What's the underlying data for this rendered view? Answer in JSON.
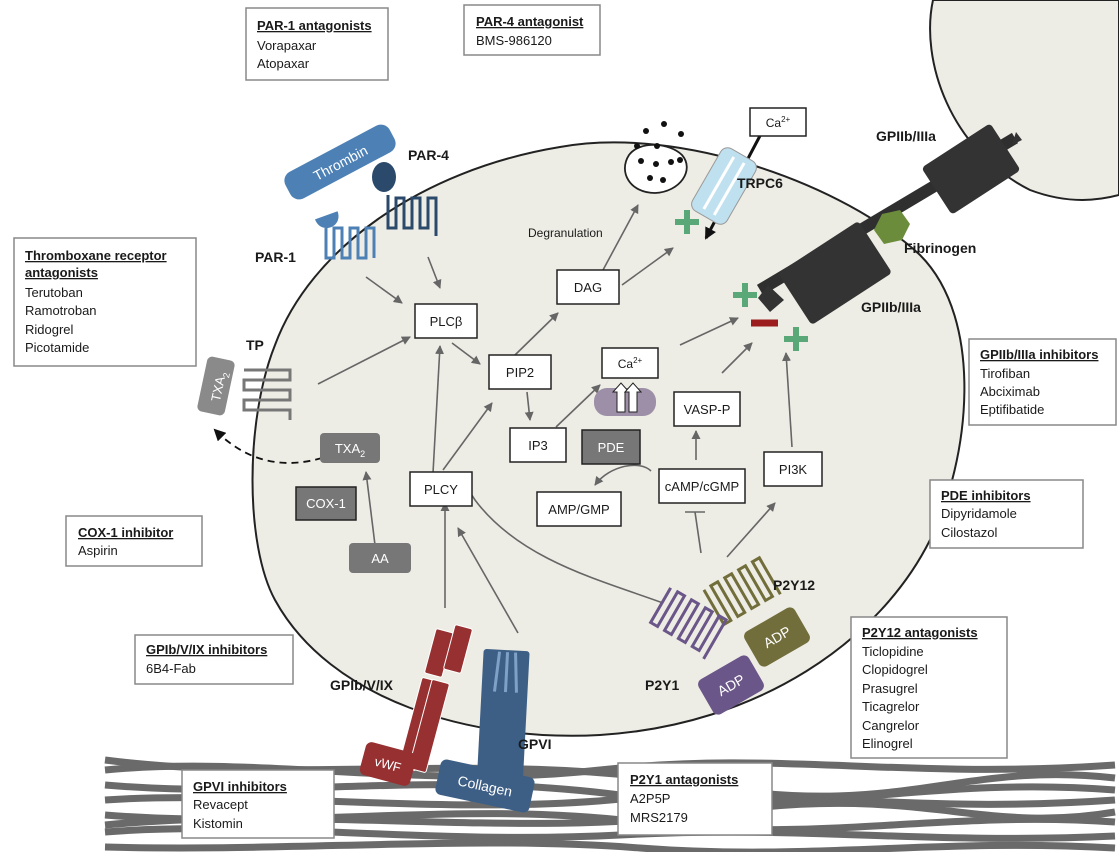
{
  "inhibitor_boxes": {
    "par1": {
      "title": "PAR-1 antagonists",
      "items": [
        "Vorapaxar",
        "Atopaxar"
      ]
    },
    "par4": {
      "title": "PAR-4 antagonist",
      "items": [
        "BMS-986120"
      ]
    },
    "thromboxane": {
      "title_line1": "Thromboxane receptor",
      "title_line2": "antagonists",
      "items": [
        "Terutoban",
        "Ramotroban",
        "Ridogrel",
        "Picotamide"
      ]
    },
    "gpiib": {
      "title": "GPIIb/IIIa inhibitors",
      "items": [
        "Tirofiban",
        "Abciximab",
        "Eptifibatide"
      ]
    },
    "pde": {
      "title": "PDE inhibitors",
      "items": [
        "Dipyridamole",
        "Cilostazol"
      ]
    },
    "cox1": {
      "title": "COX-1 inhibitor",
      "items": [
        "Aspirin"
      ]
    },
    "gpib": {
      "title": "GPIb/V/IX inhibitors",
      "items": [
        "6B4-Fab"
      ]
    },
    "p2y12": {
      "title": "P2Y12 antagonists",
      "items": [
        "Ticlopidine",
        "Clopidogrel",
        "Prasugrel",
        "Ticagrelor",
        "Cangrelor",
        "Elinogrel"
      ]
    },
    "gpvi": {
      "title": "GPVI inhibitors",
      "items": [
        "Revacept",
        "Kistomin"
      ]
    },
    "p2y1": {
      "title": "P2Y1 antagonists",
      "items": [
        "A2P5P",
        "MRS2179"
      ]
    }
  },
  "receptors": {
    "par1": "PAR-1",
    "par4": "PAR-4",
    "tp": "TP",
    "trpc6": "TRPC6",
    "gpiib_top": "GPIIb/IIIa",
    "gpiib_mid": "GPIIb/IIIa",
    "p2y12": "P2Y12",
    "p2y1": "P2Y1",
    "gpib": "GPIb/V/IX",
    "gpvi": "GPVI"
  },
  "ligands": {
    "thrombin": "Thrombin",
    "fibrinogen": "Fibrinogen",
    "txa2_receptor": "TXA",
    "txa2_receptor_sub": "2",
    "adp_p2y12": "ADP",
    "adp_p2y1": "ADP",
    "vwf": "vWF",
    "collagen": "Collagen"
  },
  "nodes": {
    "plcb": "PLCβ",
    "pip2": "PIP2",
    "dag": "DAG",
    "ip3": "IP3",
    "ca_store": "Ca",
    "ca_store_sup": "2+",
    "ca_channel": "Ca",
    "ca_channel_sup": "2+",
    "pde": "PDE",
    "vasp": "VASP-P",
    "pi3k": "PI3K",
    "camp": "cAMP/cGMP",
    "ampgmp": "AMP/GMP",
    "plcy": "PLCY",
    "txa2": "TXA",
    "txa2_sub": "2",
    "cox1": "COX-1",
    "aa": "AA"
  },
  "annotations": {
    "degranulation": "Degranulation"
  },
  "colors": {
    "cell_fill": "#eeede5",
    "thrombin": "#4d81b5",
    "par4": "#2b4a6b",
    "tp": "#777777",
    "fibrinogen": "#6b8c3a",
    "gpiib": "#333333",
    "plus": "#5aa877",
    "minus": "#9b1d1d",
    "p2y12": "#716e3b",
    "p2y1": "#6a5688",
    "gpib": "#973031",
    "gpvi": "#3d5f86",
    "fibers": "#5a5a5a",
    "trpc6": "#bfe0ee"
  }
}
